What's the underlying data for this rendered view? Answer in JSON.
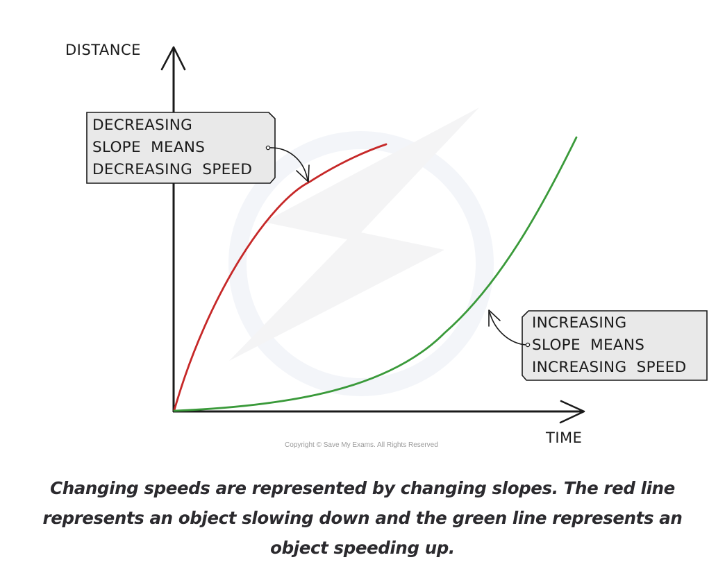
{
  "figure": {
    "y_axis_label": "DISTANCE",
    "x_axis_label": "TIME",
    "callout_decreasing": {
      "lines": [
        "DECREASING",
        "SLOPE  MEANS",
        "DECREASING  SPEED"
      ],
      "text": "DECREASING\nSLOPE  MEANS\nDECREASING  SPEED"
    },
    "callout_increasing": {
      "lines": [
        "INCREASING",
        "SLOPE  MEANS",
        "INCREASING  SPEED"
      ],
      "text": "INCREASING\nSLOPE  MEANS\nINCREASING  SPEED"
    },
    "copyright": "Copyright © Save My Exams. All Rights Reserved",
    "colors": {
      "axis": "#1a1a1a",
      "red_line": "#c62828",
      "green_line": "#3a9a3a",
      "callout_fill": "#e9e9e9",
      "watermark": "#f3f5f8"
    }
  },
  "caption": "Changing speeds are represented by changing slopes. The red line represents an object slowing down and the green line represents an object speeding up.",
  "chart_data": {
    "type": "line",
    "title": "",
    "xlabel": "TIME",
    "ylabel": "DISTANCE",
    "grid": false,
    "legend": "none",
    "annotations": [
      "DECREASING SLOPE MEANS DECREASING SPEED (points to red line)",
      "INCREASING SLOPE MEANS INCREASING SPEED (points to green line)"
    ],
    "series": [
      {
        "name": "red line (slowing down)",
        "color": "#c62828",
        "shape": "concave - decreasing slope",
        "x": [
          0,
          0.1,
          0.2,
          0.3,
          0.4,
          0.5
        ],
        "y": [
          0,
          0.37,
          0.62,
          0.8,
          0.91,
          0.96
        ]
      },
      {
        "name": "green line (speeding up)",
        "color": "#3a9a3a",
        "shape": "convex - increasing slope",
        "x": [
          0,
          0.2,
          0.4,
          0.6,
          0.8,
          1.0
        ],
        "y": [
          0,
          0.03,
          0.1,
          0.25,
          0.5,
          1.0
        ]
      }
    ],
    "note": "Qualitative sketch; axes have no tick marks or numeric scale. Values normalized 0-1."
  }
}
